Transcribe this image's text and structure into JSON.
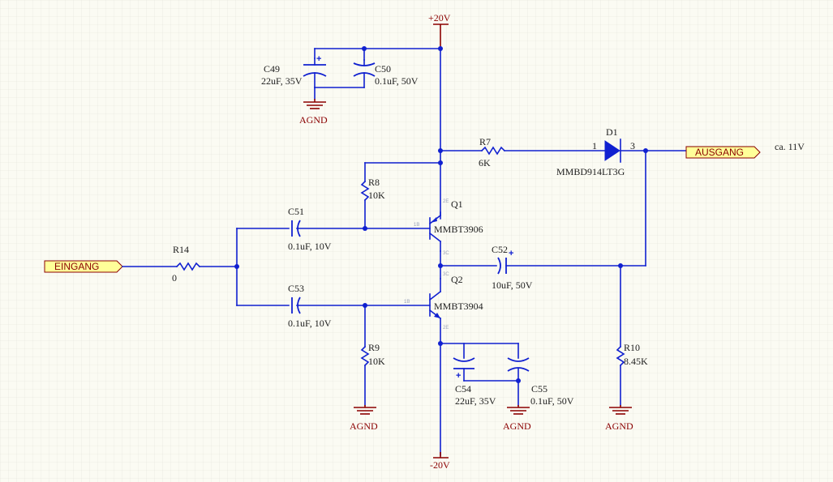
{
  "power": {
    "vpos": "+20V",
    "vneg": "-20V",
    "gnd": "AGND"
  },
  "ports": {
    "input": "EINGANG",
    "output": "AUSGANG",
    "output_note": "ca. 11V"
  },
  "components": {
    "c49": {
      "ref": "C49",
      "value": "22uF, 35V"
    },
    "c50": {
      "ref": "C50",
      "value": "0.1uF, 50V"
    },
    "r7": {
      "ref": "R7",
      "value": "6K"
    },
    "d1": {
      "ref": "D1",
      "part": "MMBD914LT3G",
      "pin1": "1",
      "pin3": "3"
    },
    "r8": {
      "ref": "R8",
      "value": "10K"
    },
    "q1": {
      "ref": "Q1",
      "part": "MMBT3906",
      "pin_e": "2E",
      "pin_b": "1B",
      "pin_c": "3C"
    },
    "c51": {
      "ref": "C51",
      "value": "0.1uF, 10V"
    },
    "r14": {
      "ref": "R14",
      "value": "0"
    },
    "c52": {
      "ref": "C52",
      "value": "10uF, 50V"
    },
    "q2": {
      "ref": "Q2",
      "part": "MMBT3904",
      "pin_c": "3C",
      "pin_b": "1B",
      "pin_e": "2E"
    },
    "c53": {
      "ref": "C53",
      "value": "0.1uF, 10V"
    },
    "r9": {
      "ref": "R9",
      "value": "10K"
    },
    "c54": {
      "ref": "C54",
      "value": "22uF, 35V"
    },
    "c55": {
      "ref": "C55",
      "value": "0.1uF, 50V"
    },
    "r10": {
      "ref": "R10",
      "value": "8.45K"
    }
  }
}
